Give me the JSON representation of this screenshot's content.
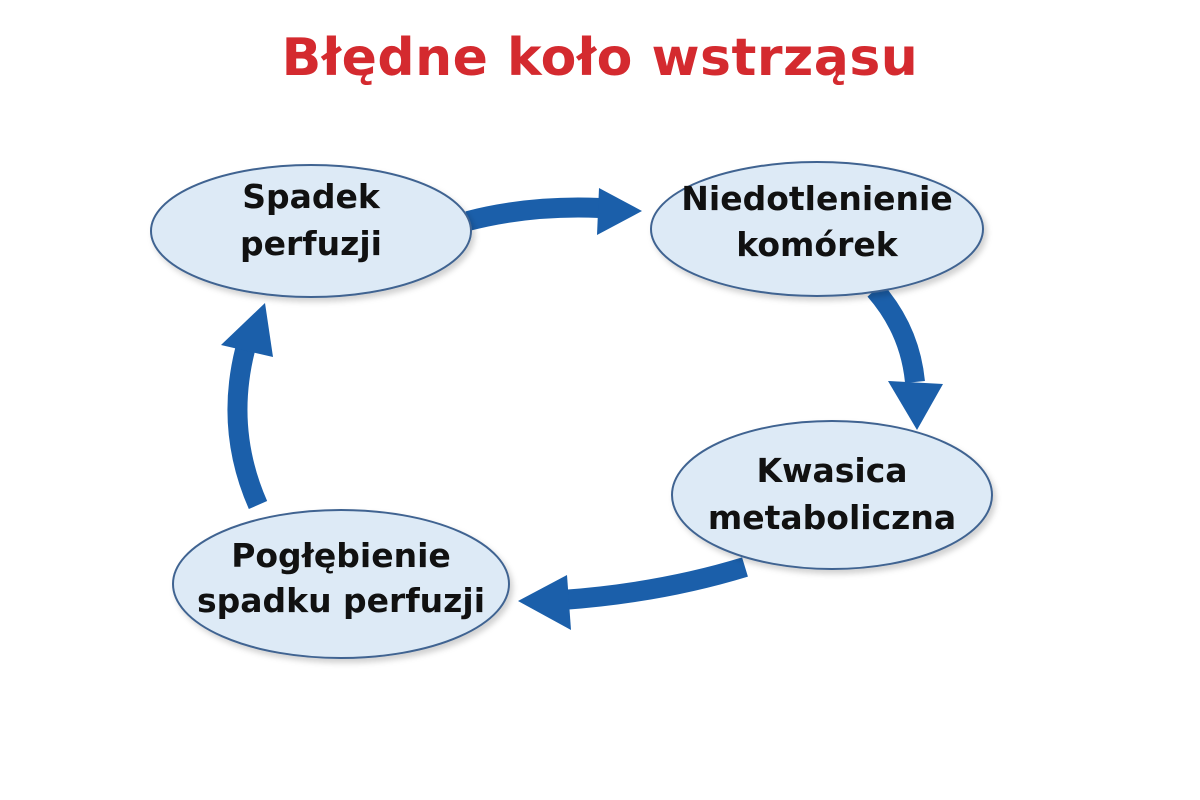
{
  "title": "Błędne koło wstrząsu",
  "colors": {
    "title": "#d42a2f",
    "arrow": "#1b5faa",
    "node_fill": "#ddeaf6",
    "node_stroke": "#3f6491",
    "node_text": "#111111"
  },
  "nodes": [
    {
      "line1": "Spadek",
      "line2": "perfuzji"
    },
    {
      "line1": "Niedotlenienie",
      "line2": "komórek"
    },
    {
      "line1": "Kwasica",
      "line2": "metaboliczna"
    },
    {
      "line1": "Pogłębienie",
      "line2": "spadku perfuzji"
    }
  ]
}
